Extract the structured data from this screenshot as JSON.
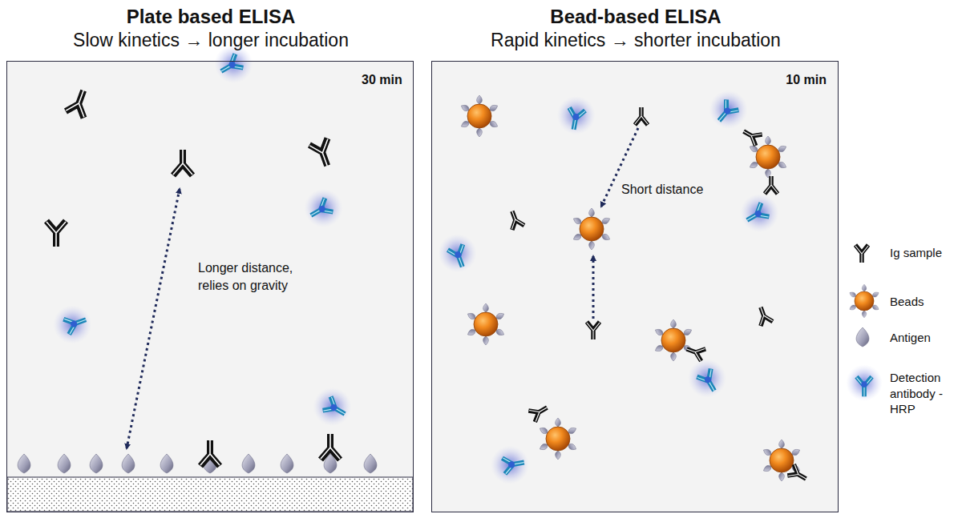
{
  "diagram": {
    "nodes": [
      {
        "text": [
          "Plate based ELISA",
          "Slow kinetics → longer incubation",
          "30 min",
          "Longer distance, relies on gravity"
        ]
      },
      {
        "text": [
          "Bead-based ELISA",
          "Rapid kinetics → shorter incubation",
          "10 min",
          "Short distance"
        ]
      }
    ],
    "legend": [
      {
        "text": "Ig sample"
      },
      {
        "text": "Beads"
      },
      {
        "text": "Antigen"
      },
      {
        "text": "Detection antibody - HRP"
      }
    ]
  }
}
